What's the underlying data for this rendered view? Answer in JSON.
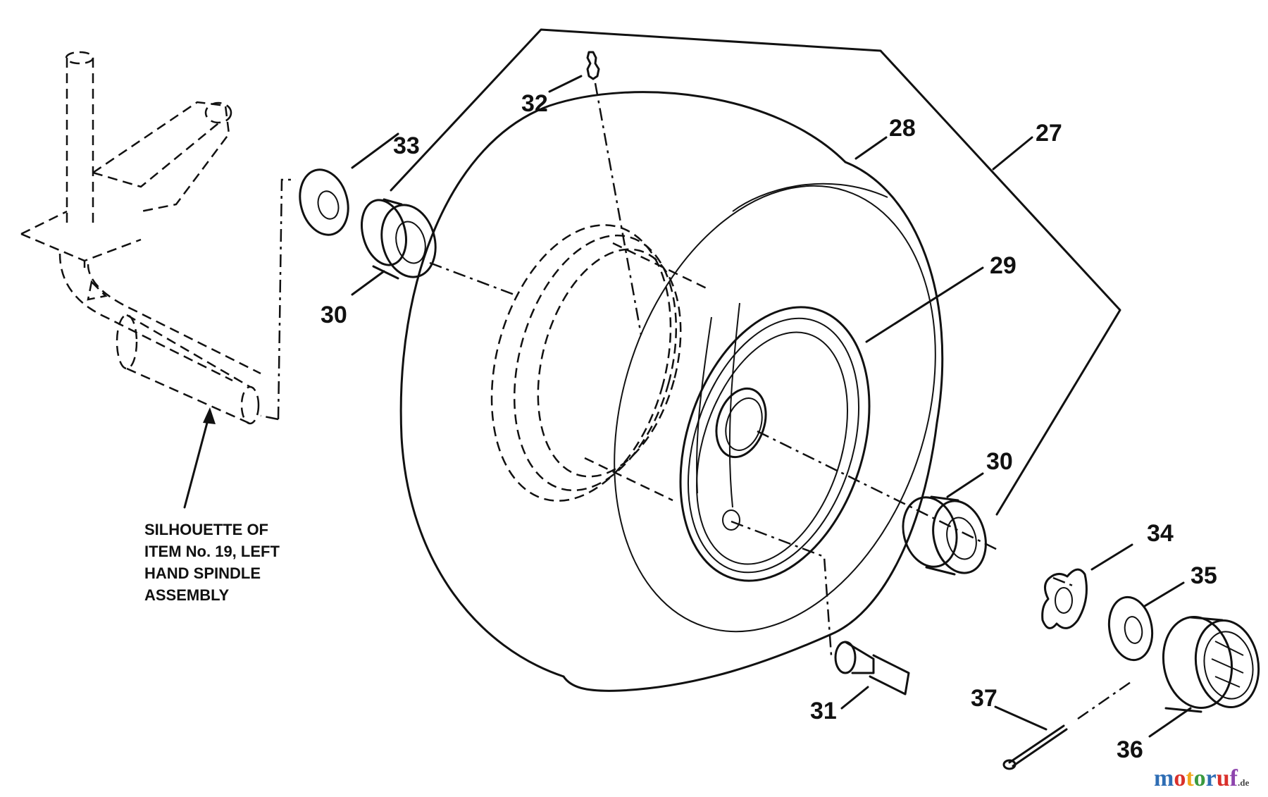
{
  "parts": [
    {
      "id": "27",
      "label": "27",
      "name": "wheel-assembly"
    },
    {
      "id": "28",
      "label": "28",
      "name": "tire"
    },
    {
      "id": "29",
      "label": "29",
      "name": "rim"
    },
    {
      "id": "30a",
      "label": "30",
      "name": "bushing-inner"
    },
    {
      "id": "30b",
      "label": "30",
      "name": "bushing-outer"
    },
    {
      "id": "31",
      "label": "31",
      "name": "valve-stem"
    },
    {
      "id": "32",
      "label": "32",
      "name": "grease-fitting"
    },
    {
      "id": "33",
      "label": "33",
      "name": "flat-washer-inner"
    },
    {
      "id": "34",
      "label": "34",
      "name": "spacer-washer"
    },
    {
      "id": "35",
      "label": "35",
      "name": "flat-washer-outer"
    },
    {
      "id": "36",
      "label": "36",
      "name": "hub-cap"
    },
    {
      "id": "37",
      "label": "37",
      "name": "cotter-pin"
    }
  ],
  "note": {
    "lines": [
      "SILHOUETTE OF",
      "ITEM No. 19, LEFT",
      "HAND SPINDLE",
      "ASSEMBLY"
    ]
  },
  "watermark": {
    "text": "motoruf",
    "suffix": ".de",
    "colors": [
      "#2e6db4",
      "#d9302b",
      "#f1a51c",
      "#3a9a3f",
      "#2e6db4",
      "#d9302b",
      "#8e44ad"
    ]
  }
}
